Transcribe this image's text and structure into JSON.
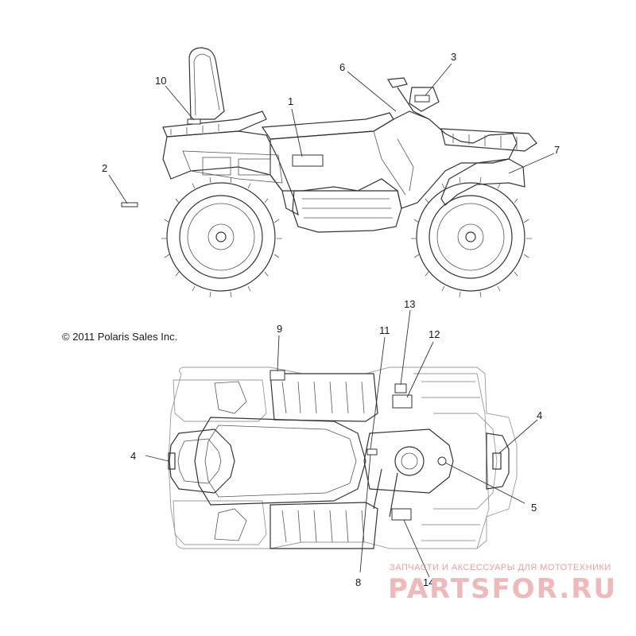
{
  "copyright": "© 2011 Polaris Sales Inc.",
  "callouts": [
    {
      "id": "callout-1",
      "label": "1"
    },
    {
      "id": "callout-2",
      "label": "2"
    },
    {
      "id": "callout-3",
      "label": "3"
    },
    {
      "id": "callout-4-rear",
      "label": "4"
    },
    {
      "id": "callout-4-front",
      "label": "4"
    },
    {
      "id": "callout-5",
      "label": "5"
    },
    {
      "id": "callout-6",
      "label": "6"
    },
    {
      "id": "callout-7",
      "label": "7"
    },
    {
      "id": "callout-8",
      "label": "8"
    },
    {
      "id": "callout-9",
      "label": "9"
    },
    {
      "id": "callout-10",
      "label": "10"
    },
    {
      "id": "callout-11",
      "label": "11"
    },
    {
      "id": "callout-12",
      "label": "12"
    },
    {
      "id": "callout-13",
      "label": "13"
    },
    {
      "id": "callout-14",
      "label": "14"
    }
  ],
  "watermark": {
    "subtitle": "ЗАПЧАСТИ И АКСЕССУАРЫ ДЛЯ МОТОТЕХНИКИ",
    "brand": "PARTSFOR.RU"
  },
  "colors": {
    "line": "#333333",
    "ghost": "#9a9a9a",
    "watermark": "#f0b8b8"
  }
}
